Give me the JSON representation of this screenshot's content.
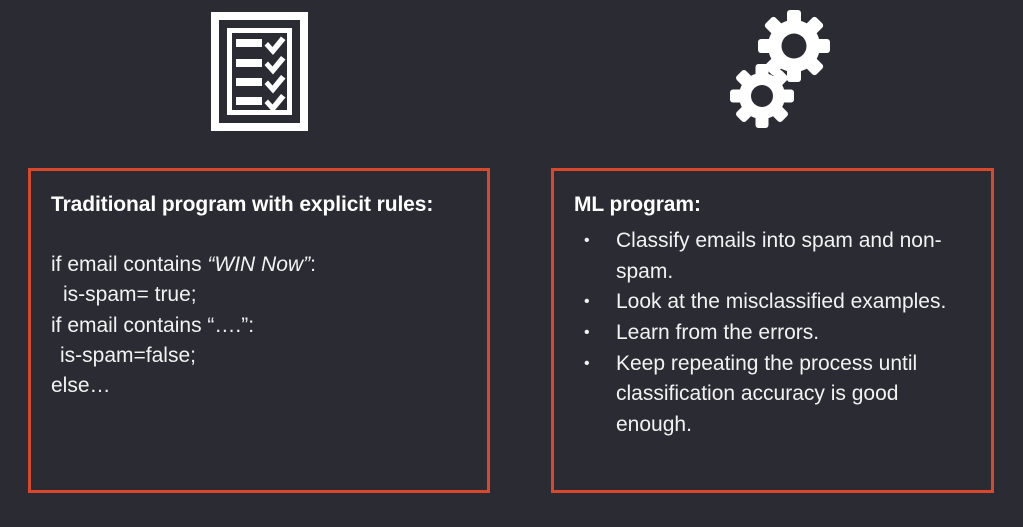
{
  "slide": {
    "background_color": "#2b2b33",
    "accent_color": "#d9482b",
    "text_color": "#f2f2f2"
  },
  "icons": {
    "left": {
      "name": "checklist-icon",
      "label": "Checklist clipboard"
    },
    "right": {
      "name": "gears-icon",
      "label": "Two gears"
    }
  },
  "left_panel": {
    "title": "Traditional program with explicit rules:",
    "code_lines": [
      {
        "pre": "if email contains ",
        "italic": "“WIN Now”",
        "post": ":",
        "indent": 0
      },
      {
        "pre": "is-spam= true;",
        "italic": "",
        "post": "",
        "indent": 1
      },
      {
        "pre": "if email contains “….”:",
        "italic": "",
        "post": "",
        "indent": 0
      },
      {
        "pre": "is-spam=false;",
        "italic": "",
        "post": "",
        "indent": 2
      },
      {
        "pre": "else…",
        "italic": "",
        "post": "",
        "indent": 0
      }
    ]
  },
  "right_panel": {
    "title": "ML program:",
    "bullets": [
      "Classify emails into spam and non-spam.",
      "Look at the misclassified examples.",
      "Learn from the errors.",
      "Keep repeating the process until classification accuracy is good enough."
    ]
  }
}
